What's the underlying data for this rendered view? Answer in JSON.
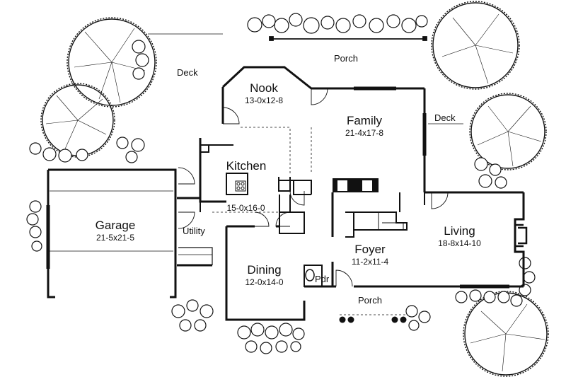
{
  "rooms": {
    "nook": {
      "name": "Nook",
      "dims": "13-0x12-8"
    },
    "family": {
      "name": "Family",
      "dims": "21-4x17-8"
    },
    "kitchen": {
      "name": "Kitchen",
      "dims": "15-0x16-0"
    },
    "garage": {
      "name": "Garage",
      "dims": "21-5x21-5"
    },
    "foyer": {
      "name": "Foyer",
      "dims": "11-2x11-4"
    },
    "living": {
      "name": "Living",
      "dims": "18-8x14-10"
    },
    "dining": {
      "name": "Dining",
      "dims": "12-0x14-0"
    }
  },
  "labels": {
    "deck_left": "Deck",
    "deck_right": "Deck",
    "porch_top": "Porch",
    "porch_bottom": "Porch",
    "utility": "Utility",
    "powder": "Pdr"
  },
  "colors": {
    "ink": "#111111",
    "paper": "#ffffff"
  }
}
